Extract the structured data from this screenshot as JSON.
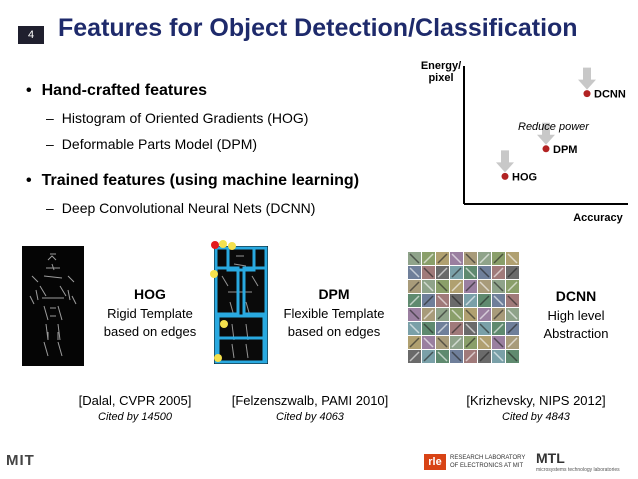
{
  "slide": {
    "number": "4",
    "title": "Features for Object Detection/Classification"
  },
  "bullets": [
    {
      "text": "Hand-crafted features",
      "subs": [
        "Histogram of Oriented Gradients (HOG)",
        "Deformable Parts Model (DPM)"
      ]
    },
    {
      "text": "Trained features (using machine learning)",
      "subs": [
        "Deep Convolutional Neural Nets (DCNN)"
      ]
    }
  ],
  "chart_data": {
    "type": "scatter",
    "xlabel": "Accuracy",
    "ylabel": "Energy/ pixel",
    "ylabel_lines": [
      "Energy/",
      "pixel"
    ],
    "annotation": "Reduce power",
    "series": [
      {
        "points": [
          {
            "label": "HOG",
            "x": 1,
            "y": 1
          },
          {
            "label": "DPM",
            "x": 2,
            "y": 2
          },
          {
            "label": "DCNN",
            "x": 3,
            "y": 4
          }
        ]
      }
    ],
    "xlim": [
      0,
      4
    ],
    "ylim": [
      0,
      5
    ],
    "point_color": "#b22222"
  },
  "examples": [
    {
      "name": "HOG",
      "lines": [
        "Rigid Template",
        "based on edges"
      ],
      "ref": "[Dalal, CVPR 2005]",
      "cited": "Cited by 14500"
    },
    {
      "name": "DPM",
      "lines": [
        "Flexible Template",
        "based on edges"
      ],
      "ref": "[Felzenszwalb, PAMI 2010]",
      "cited": "Cited by 4063"
    },
    {
      "name": "DCNN",
      "lines": [
        "High level",
        "Abstraction"
      ],
      "ref": "[Krizhevsky, NIPS 2012]",
      "cited": "Cited by 4843"
    }
  ],
  "footer": {
    "left_logo": "MIT",
    "rle_mark": "rle",
    "rle_lines": [
      "RESEARCH LABORATORY",
      "OF ELECTRONICS AT MIT"
    ],
    "mtl_mark": "MTL",
    "mtl_line": "microsystems technology laboratories"
  },
  "colors": {
    "title": "#1e2a6b",
    "part_box": "#29a9e0",
    "point": "#b22222",
    "arrow": "#c8c8c8"
  }
}
